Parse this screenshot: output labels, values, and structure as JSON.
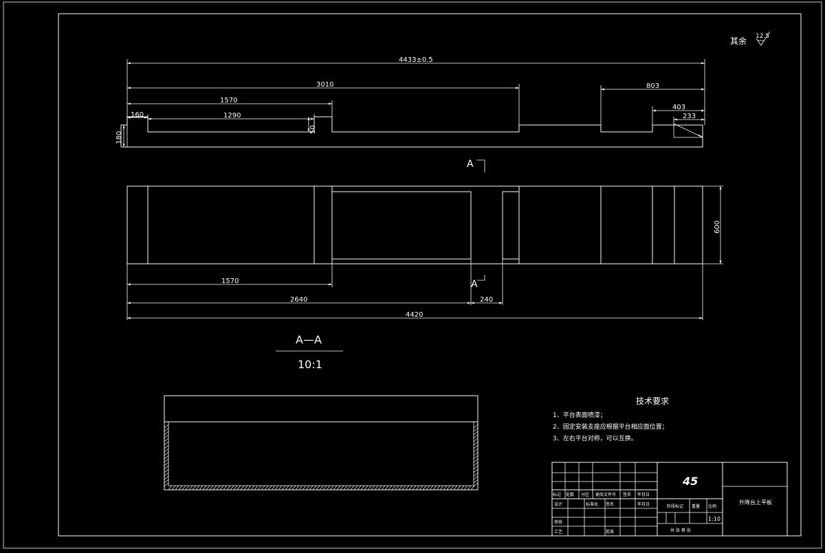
{
  "surface_note": {
    "label": "其余",
    "roughness": "12.5"
  },
  "top_view": {
    "overall_label": "4433±0.5",
    "dims": {
      "d3010": "3010",
      "d803": "803",
      "d1570": "1570",
      "d403": "403",
      "d160": "160",
      "d1290": "1290",
      "d233": "233",
      "d50": "50",
      "d180": "180"
    }
  },
  "section_mark": "A",
  "front_view": {
    "height_label": "600",
    "dims": {
      "d1570": "1570",
      "d2640": "2640",
      "d240": "240",
      "d4420": "4420"
    }
  },
  "section_view": {
    "title": "A—A",
    "scale": "10:1"
  },
  "requirements": {
    "title": "技术要求",
    "items": [
      "1、平台表面喷漆；",
      "2、固定安装支座应根据平台相应面位置；",
      "3、左右平台对称，可以互换。"
    ]
  },
  "title_block": {
    "material": "45",
    "part_name": "升降台上平板",
    "scale_value": "1:10",
    "labels": {
      "mark": "标记",
      "count": "处数",
      "zone": "分区",
      "doc_no": "更改文件号",
      "sign": "签名",
      "date": "年月日",
      "design": "设计",
      "std": "标准化",
      "stage_mark": "阶段标记",
      "weight": "重量",
      "scale": "比例",
      "review": "审核",
      "process": "工艺",
      "approve": "批准",
      "sheets": "共 张  第 张"
    }
  }
}
